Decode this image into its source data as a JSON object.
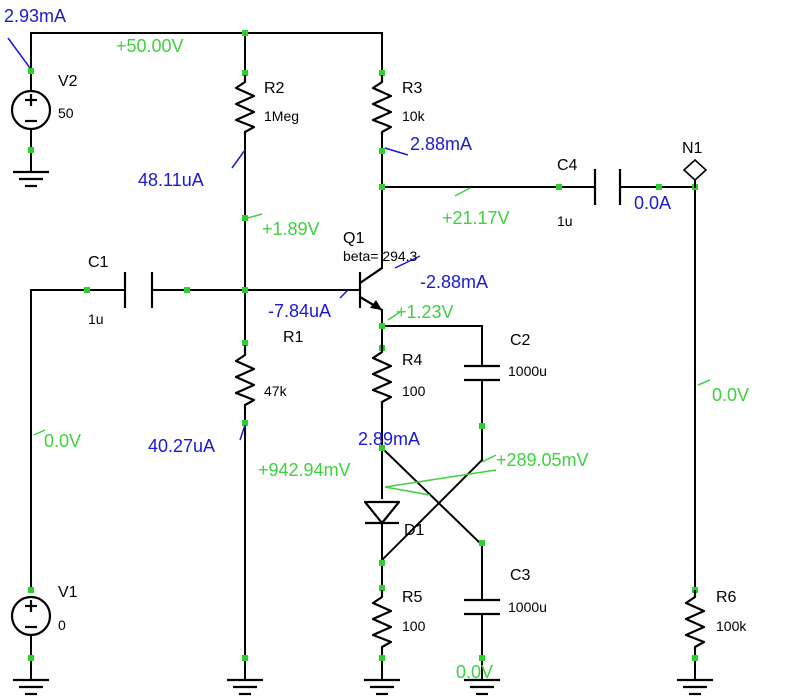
{
  "colors": {
    "current": "#1a1ad6",
    "voltage": "#3fd13f",
    "wire": "#000000",
    "node": "#2ad12a"
  },
  "components": {
    "V2": {
      "ref": "V2",
      "value": "50"
    },
    "V1": {
      "ref": "V1",
      "value": "0"
    },
    "R2": {
      "ref": "R2",
      "value": "1Meg"
    },
    "R3": {
      "ref": "R3",
      "value": "10k"
    },
    "R1": {
      "ref": "R1",
      "value": "47k"
    },
    "R4": {
      "ref": "R4",
      "value": "100"
    },
    "R5": {
      "ref": "R5",
      "value": "100"
    },
    "R6": {
      "ref": "R6",
      "value": "100k"
    },
    "C1": {
      "ref": "C1",
      "value": "1u"
    },
    "C2": {
      "ref": "C2",
      "value": "1000u"
    },
    "C3": {
      "ref": "C3",
      "value": "1000u"
    },
    "C4": {
      "ref": "C4",
      "value": "1u"
    },
    "Q1": {
      "ref": "Q1",
      "beta": "beta= 294.3"
    },
    "D1": {
      "ref": "D1"
    },
    "N1": {
      "ref": "N1"
    }
  },
  "currents": {
    "supply": "2.93mA",
    "r2": "48.11uA",
    "r3": "2.88mA",
    "c4": "0.0A",
    "q1_emitter": "-2.88mA",
    "q1_base": "-7.84uA",
    "r1": "40.27uA",
    "r4": "2.89mA"
  },
  "voltages": {
    "supply": "+50.00V",
    "base": "+1.89V",
    "collector": "+21.17V",
    "emitter": "+1.23V",
    "v1_node": "0.0V",
    "r6_node": "0.0V",
    "d1_anode": "+942.94mV",
    "c2_bottom": "+289.05mV",
    "c3_bottom": "0.0V"
  }
}
